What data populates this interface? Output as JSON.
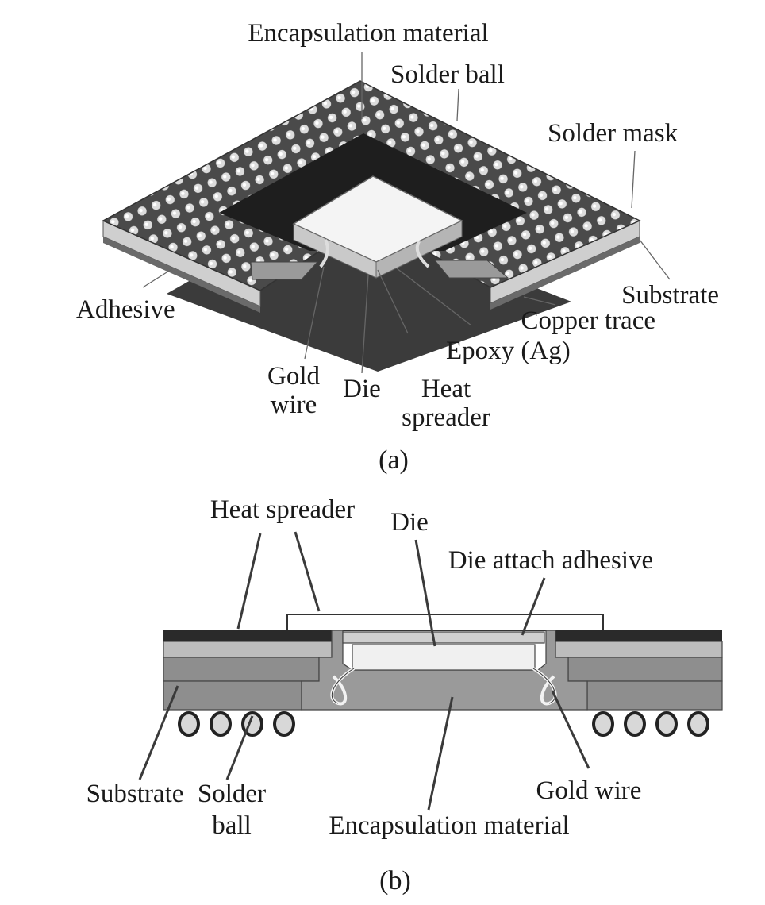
{
  "figure_a": {
    "caption": "(a)",
    "labels": {
      "encapsulation_material": "Encapsulation material",
      "solder_ball": "Solder ball",
      "solder_mask": "Solder mask",
      "substrate": "Substrate",
      "copper_trace": "Copper trace",
      "epoxy_ag": "Epoxy (Ag)",
      "adhesive": "Adhesive",
      "gold_wire_1": "Gold",
      "gold_wire_2": "wire",
      "die": "Die",
      "heat_spreader_1": "Heat",
      "heat_spreader_2": "spreader"
    }
  },
  "figure_b": {
    "caption": "(b)",
    "labels": {
      "heat_spreader": "Heat spreader",
      "die": "Die",
      "die_attach_adhesive": "Die attach adhesive",
      "substrate": "Substrate",
      "solder_ball_1": "Solder",
      "solder_ball_2": "ball",
      "gold_wire": "Gold wire",
      "encapsulation_material": "Encapsulation material"
    }
  },
  "colors": {
    "dark_fill": "#3c3c3c",
    "mid_fill": "#8a8a8a",
    "light_fill": "#d9d9d9",
    "ball_fill": "#e6e6e6"
  }
}
